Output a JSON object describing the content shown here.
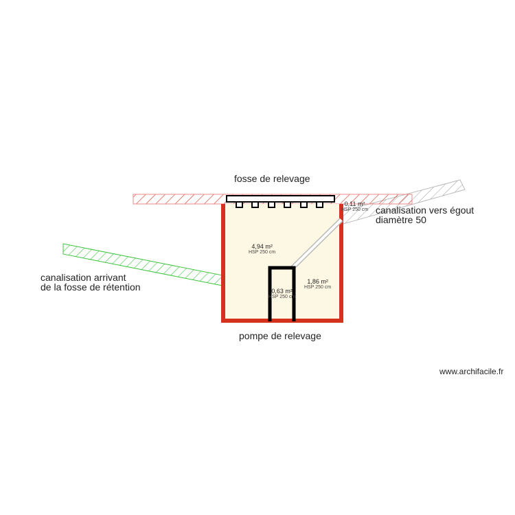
{
  "labels": {
    "title": "fosse de relevage",
    "inlet_line1": "canalisation arrivant",
    "inlet_line2": "de la fosse de rétention",
    "outlet_line1": "canalisation vers égout",
    "outlet_line2": "diamètre 50",
    "pump": "pompe de relevage",
    "watermark": "www.archifacile.fr"
  },
  "rooms": [
    {
      "area": "4,94 m²",
      "hsp": "HSP 250 cm"
    },
    {
      "area": "0,11 m²",
      "hsp": "HSP 250 cm"
    },
    {
      "area": "1,86 m²",
      "hsp": "HSP 250 cm"
    },
    {
      "area": "0,63 m²",
      "hsp": "HSP 250 cm"
    }
  ],
  "colors": {
    "wall": "#d4321c",
    "floor": "#fdf8e4",
    "inlet_pipe": "#3ec43e",
    "outlet_pipe": "#aaaaaa",
    "ground": "#d4321c"
  }
}
